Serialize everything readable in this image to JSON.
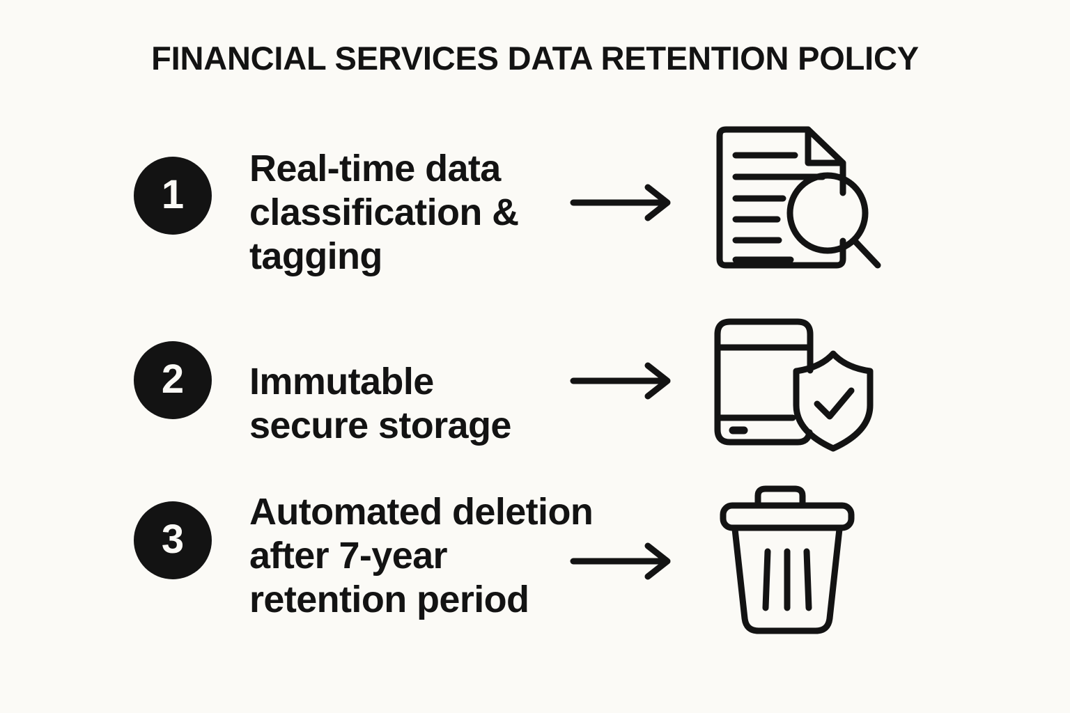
{
  "page": {
    "title": "FINANCIAL SERVICES DATA RETENTION POLICY",
    "background_color": "#FBFAF6",
    "ink_color": "#131313"
  },
  "steps": [
    {
      "number": "1",
      "text": "Real-time data classification & tagging",
      "lines": [
        "Real-time data",
        "classification &",
        "tagging"
      ],
      "arrow": "arrow-right-icon",
      "icon": "document-search-icon"
    },
    {
      "number": "2",
      "text": "Immutable secure storage",
      "lines": [
        "Immutable",
        "secure storage"
      ],
      "arrow": "arrow-right-icon",
      "icon": "phone-shield-check-icon"
    },
    {
      "number": "3",
      "text": "Automated deletion after 7-year retention period",
      "lines": [
        "Automated deletion",
        "after 7-year",
        "retention period"
      ],
      "arrow": "arrow-right-icon",
      "icon": "trash-can-icon"
    }
  ]
}
